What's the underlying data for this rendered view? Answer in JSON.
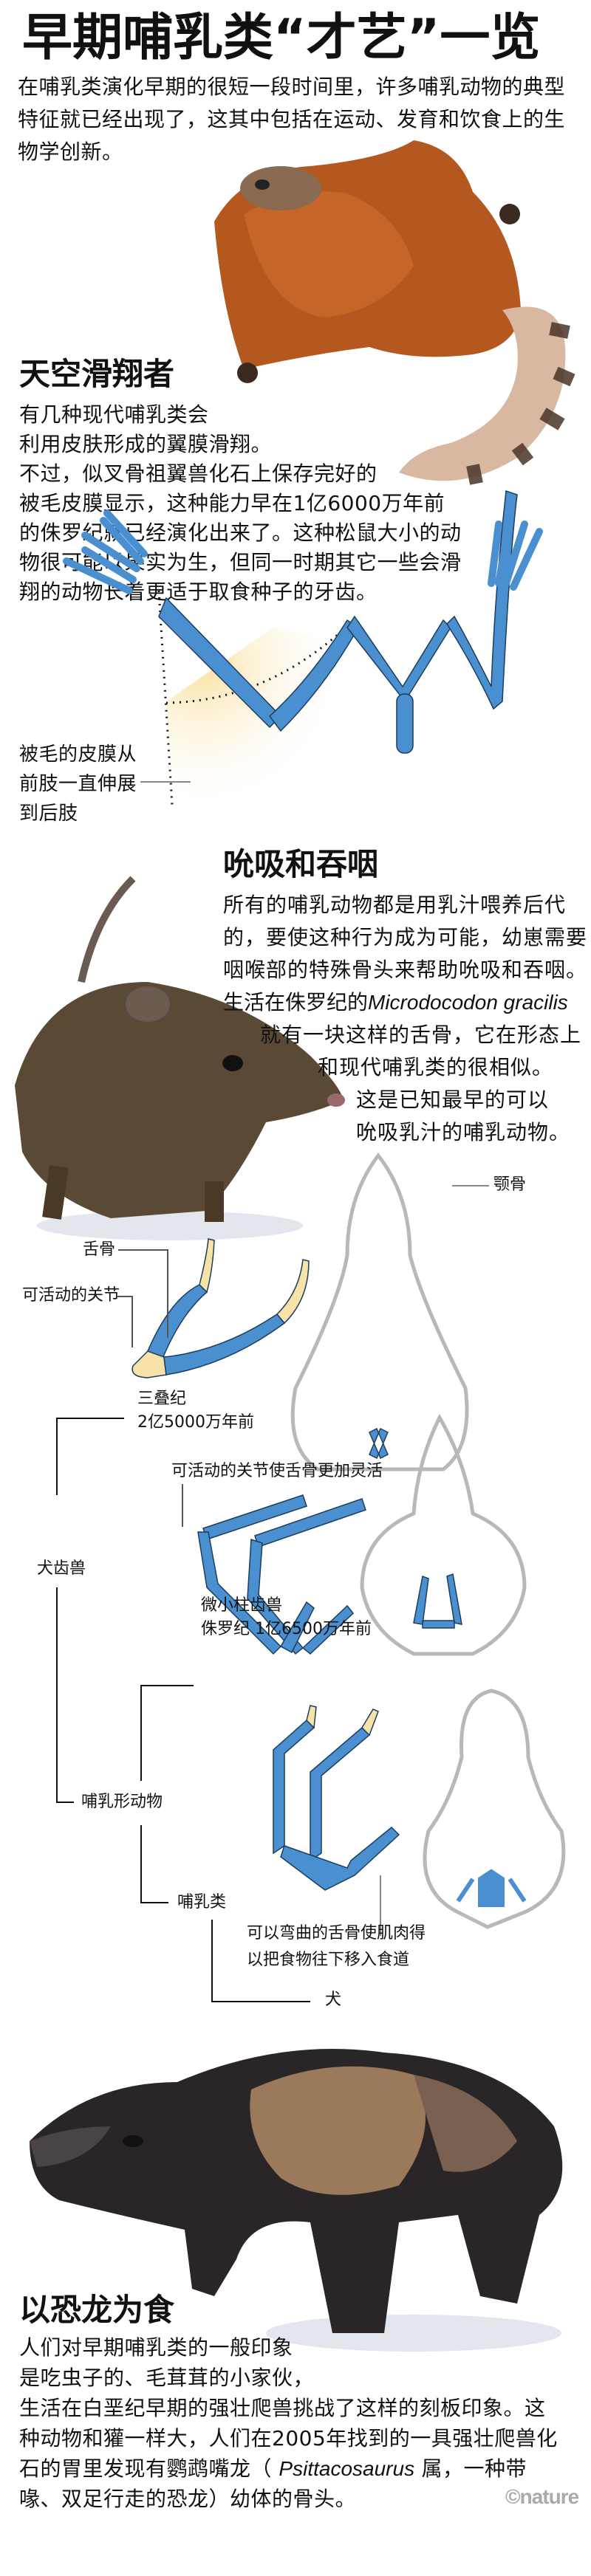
{
  "title": "早期哺乳类“才艺”一览",
  "intro": [
    "在哺乳类演化早期的很短一段时间里，许多哺乳动物的典型",
    "特征就已经出现了，这其中包括在运动、发育和饮食上的生",
    "物学创新。"
  ],
  "glider": {
    "heading": "天空滑翔者",
    "body": [
      "有几种现代哺乳类会",
      "利用皮肤形成的翼膜滑翔。",
      "不过，似叉骨祖翼兽化石上保存完好的",
      "被毛皮膜显示，这种能力早在1亿6000万年前",
      "的侏罗纪就已经演化出来了。这种松鼠大小的动",
      "物很可能以果实为生，但同一时期其它一些会滑",
      "翔的动物长着更适于取食种子的牙齿。"
    ],
    "membrane_label": [
      "被毛的皮膜从",
      "前肢一直伸展",
      "到后肢"
    ]
  },
  "suckling": {
    "heading": "吮吸和吞咽",
    "body": [
      "所有的哺乳动物都是用乳汁喂养后代",
      "的，要使这种行为成为可能，幼崽需要",
      "咽喉部的特殊骨头来帮助吮吸和吞咽。"
    ],
    "body_species_prefix": "生活在侏罗纪的",
    "body_species": "Microdocodon gracilis",
    "body_rest": [
      "就有一块这样的舌骨，它在形态上",
      "和现代哺乳类的很相似。",
      "这是已知最早的可以",
      "吮吸乳汁的哺乳动物。"
    ]
  },
  "diagram": {
    "jaw_label": "颚骨",
    "hyoid_label": "舌骨",
    "joint_label": "可活动的关节",
    "triassic_period": "三叠纪",
    "triassic_age": "2亿5000万年前",
    "joint_note": "可活动的关节使舌骨更加灵活",
    "cynodont": "犬齿兽",
    "microdocodon_name": "微小柱齿兽",
    "microdocodon_age": "侏罗纪  1亿6500万年前",
    "mammaliaform": "哺乳形动物",
    "mammal": "哺乳类",
    "dog": "犬",
    "bend_note": [
      "可以弯曲的舌骨使肌肉得",
      "以把食物往下移入食道"
    ]
  },
  "dino": {
    "heading": "以恐龙为食",
    "body": [
      "人们对早期哺乳类的一般印象",
      "是吃虫子的、毛茸茸的小家伙，",
      "生活在白垩纪早期的强壮爬兽挑战了这样的刻板印象。这",
      "种动物和獾一样大，人们在2005年找到的一具强壮爬兽化"
    ],
    "body_line5_prefix": "石的胃里发现有鹦鹉嘴龙（",
    "body_genus": "Psittacosaurus",
    "body_line5_suffix": "属，一种带",
    "body_line6": "喙、双足行走的恐龙）幼体的骨头。"
  },
  "credit": "©nature",
  "colors": {
    "bone_blue": "#4a90d0",
    "cartilage": "#f7e2a8",
    "skull_grey": "#b8b8b8",
    "membrane": "#fbe3a6"
  }
}
